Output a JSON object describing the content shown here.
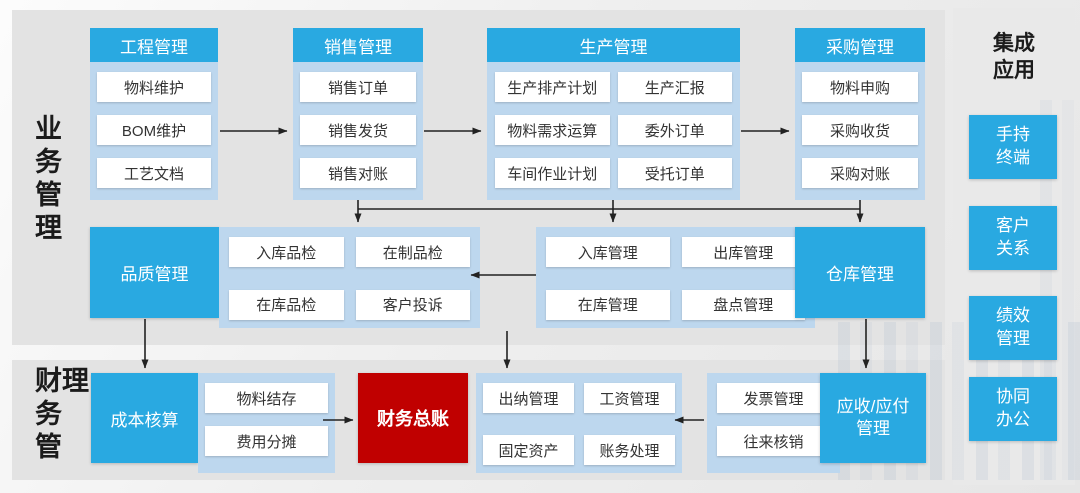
{
  "colors": {
    "accent_blue": "#29a9e1",
    "container_blue": "#bdd7ee",
    "alert_red": "#c00000"
  },
  "sections": {
    "business": "业务管理",
    "finance": "财务管理"
  },
  "engineering": {
    "header": "工程管理",
    "items": [
      "物料维护",
      "BOM维护",
      "工艺文档"
    ]
  },
  "sales": {
    "header": "销售管理",
    "items": [
      "销售订单",
      "销售发货",
      "销售对账"
    ]
  },
  "production": {
    "header": "生产管理",
    "items": [
      "生产排产计划",
      "生产汇报",
      "物料需求运算",
      "委外订单",
      "车间作业计划",
      "受托订单"
    ]
  },
  "purchasing": {
    "header": "采购管理",
    "items": [
      "物料申购",
      "采购收货",
      "采购对账"
    ]
  },
  "quality": {
    "label": "品质管理",
    "items": [
      "入库品检",
      "在制品检",
      "在库品检",
      "客户投诉"
    ]
  },
  "warehouse": {
    "label": "仓库管理",
    "items": [
      "入库管理",
      "出库管理",
      "在库管理",
      "盘点管理"
    ]
  },
  "cost": {
    "label": "成本核算",
    "items": [
      "物料结存",
      "费用分摊"
    ]
  },
  "ledger": {
    "label": "财务总账"
  },
  "accounting": {
    "items": [
      "出纳管理",
      "工资管理",
      "固定资产",
      "账务处理"
    ]
  },
  "invoice": {
    "items": [
      "发票管理",
      "往来核销"
    ]
  },
  "arap": {
    "label": "应收/应付管理"
  },
  "integration": {
    "title": "集成应用",
    "items": [
      "手持终端",
      "客户关系",
      "绩效管理",
      "协同办公"
    ]
  }
}
